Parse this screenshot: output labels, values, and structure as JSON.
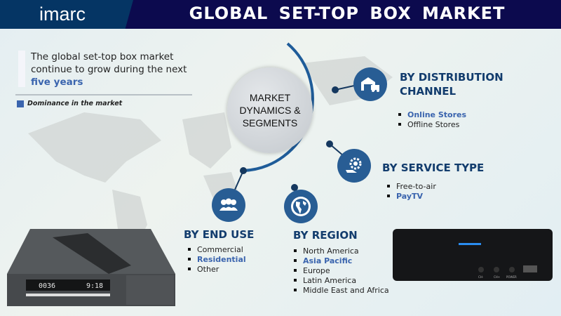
{
  "header": {
    "logo": "imarc",
    "title": "GLOBAL  SET-TOP  BOX  MARKET"
  },
  "intro": {
    "line1": "The global set-top box market continue to grow during the next",
    "highlight": "five years",
    "legend": "Dominance in the market"
  },
  "center": {
    "label": "MARKET DYNAMICS & SEGMENTS"
  },
  "segments": {
    "distribution": {
      "title": "BY  DISTRIBUTION CHANNEL",
      "items": [
        {
          "label": "Online Stores",
          "dominant": true
        },
        {
          "label": "Offline Stores",
          "dominant": false
        }
      ]
    },
    "service": {
      "title": "BY SERVICE TYPE",
      "items": [
        {
          "label": "Free-to-air",
          "dominant": false
        },
        {
          "label": "PayTV",
          "dominant": true
        }
      ]
    },
    "end_use": {
      "title": "BY  END USE",
      "items": [
        {
          "label": "Commercial",
          "dominant": false
        },
        {
          "label": "Residential",
          "dominant": true
        },
        {
          "label": "Other",
          "dominant": false
        }
      ]
    },
    "region": {
      "title": "BY  REGION",
      "items": [
        {
          "label": "North America",
          "dominant": false
        },
        {
          "label": "Asia Pacific",
          "dominant": true
        },
        {
          "label": "Europe",
          "dominant": false
        },
        {
          "label": "Latin America",
          "dominant": false
        },
        {
          "label": "Middle East and Africa",
          "dominant": false
        }
      ]
    }
  },
  "devices": {
    "display_channel": "0036",
    "display_time": "9:18",
    "buttons": [
      "CH-",
      "CH+",
      "POWER"
    ]
  },
  "colors": {
    "header_left": "#053564",
    "header_right": "#0c0a4e",
    "accent": "#3a64ae",
    "icon": "#285d94",
    "heading": "#123c6d"
  }
}
